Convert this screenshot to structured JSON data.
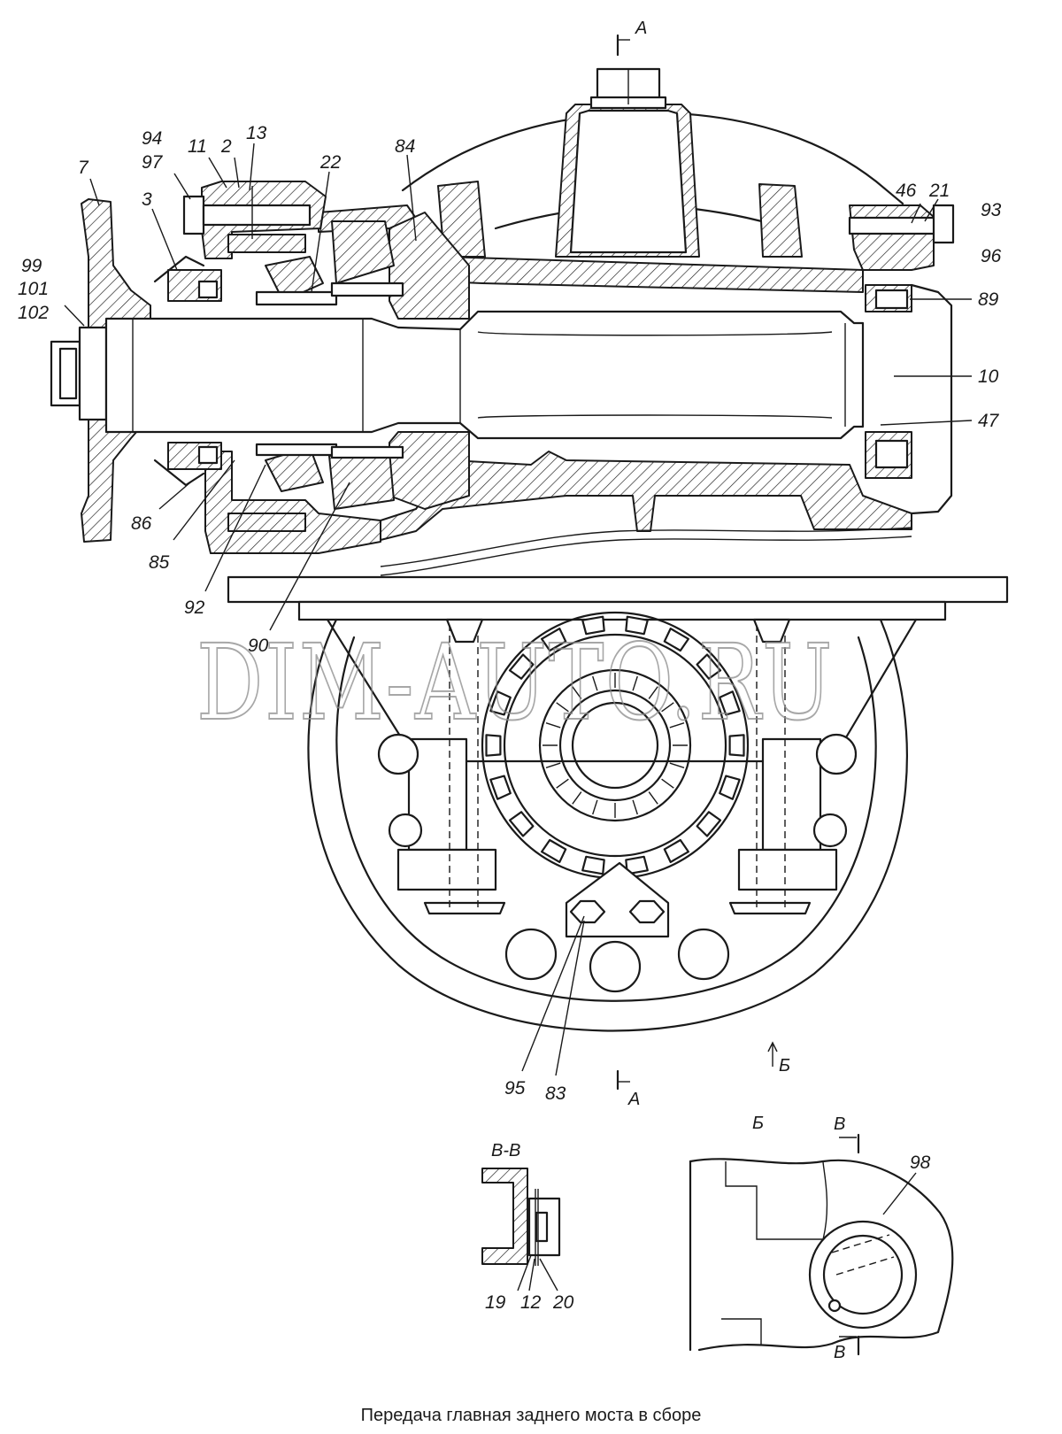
{
  "caption": "Передача главная заднего моста в сборе",
  "watermark": "DIM-AUTO.RU",
  "section_marks": {
    "a_top": "А",
    "a_bottom": "А",
    "b_arrow": "Б",
    "b_view_title": "Б",
    "v_top": "В",
    "v_bottom": "В",
    "vv_title": "В-В"
  },
  "callouts": {
    "c2": "2",
    "c3": "3",
    "c7": "7",
    "c10": "10",
    "c11": "11",
    "c12": "12",
    "c13": "13",
    "c19": "19",
    "c20": "20",
    "c21": "21",
    "c22": "22",
    "c46": "46",
    "c47": "47",
    "c83": "83",
    "c84": "84",
    "c85": "85",
    "c86": "86",
    "c89": "89",
    "c90": "90",
    "c92": "92",
    "c93": "93",
    "c94": "94",
    "c95": "95",
    "c96": "96",
    "c97": "97",
    "c98": "98",
    "c99": "99",
    "c101": "101",
    "c102": "102"
  }
}
